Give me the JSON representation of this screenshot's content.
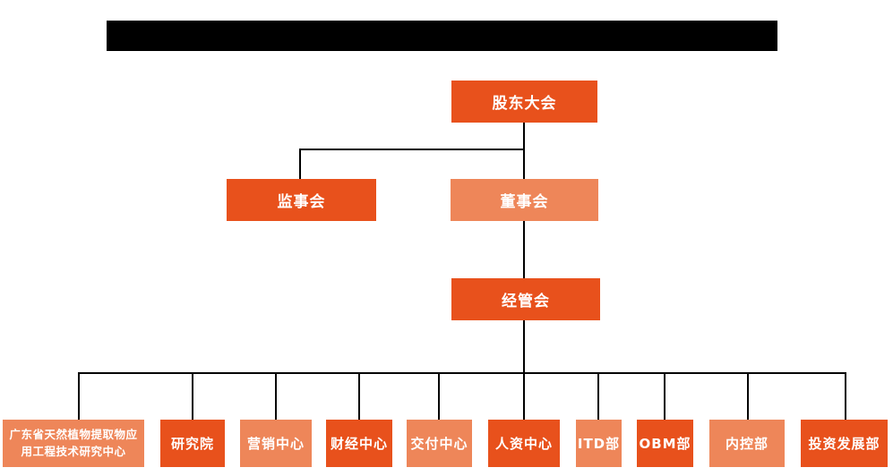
{
  "colors": {
    "primary_dark_orange": "#E8511C",
    "secondary_light_orange": "#EE8659",
    "connector_line": "#000000",
    "redacted_title_bar": "#000000"
  },
  "chart": {
    "type": "org-chart",
    "root": {
      "label": "股东大会",
      "variant": "dark"
    },
    "level2": [
      {
        "label": "监事会",
        "variant": "dark"
      },
      {
        "label": "董事会",
        "variant": "light"
      }
    ],
    "level3": {
      "label": "经管会",
      "variant": "dark"
    },
    "departments": [
      {
        "label": "广东省天然植物提取物应用工程技术研究中心",
        "variant": "light"
      },
      {
        "label": "研究院",
        "variant": "dark"
      },
      {
        "label": "营销中心",
        "variant": "light"
      },
      {
        "label": "财经中心",
        "variant": "dark"
      },
      {
        "label": "交付中心",
        "variant": "light"
      },
      {
        "label": "人资中心",
        "variant": "dark"
      },
      {
        "label": "ITD部",
        "variant": "light"
      },
      {
        "label": "OBM部",
        "variant": "dark"
      },
      {
        "label": "内控部",
        "variant": "light"
      },
      {
        "label": "投资发展部",
        "variant": "dark"
      }
    ]
  }
}
